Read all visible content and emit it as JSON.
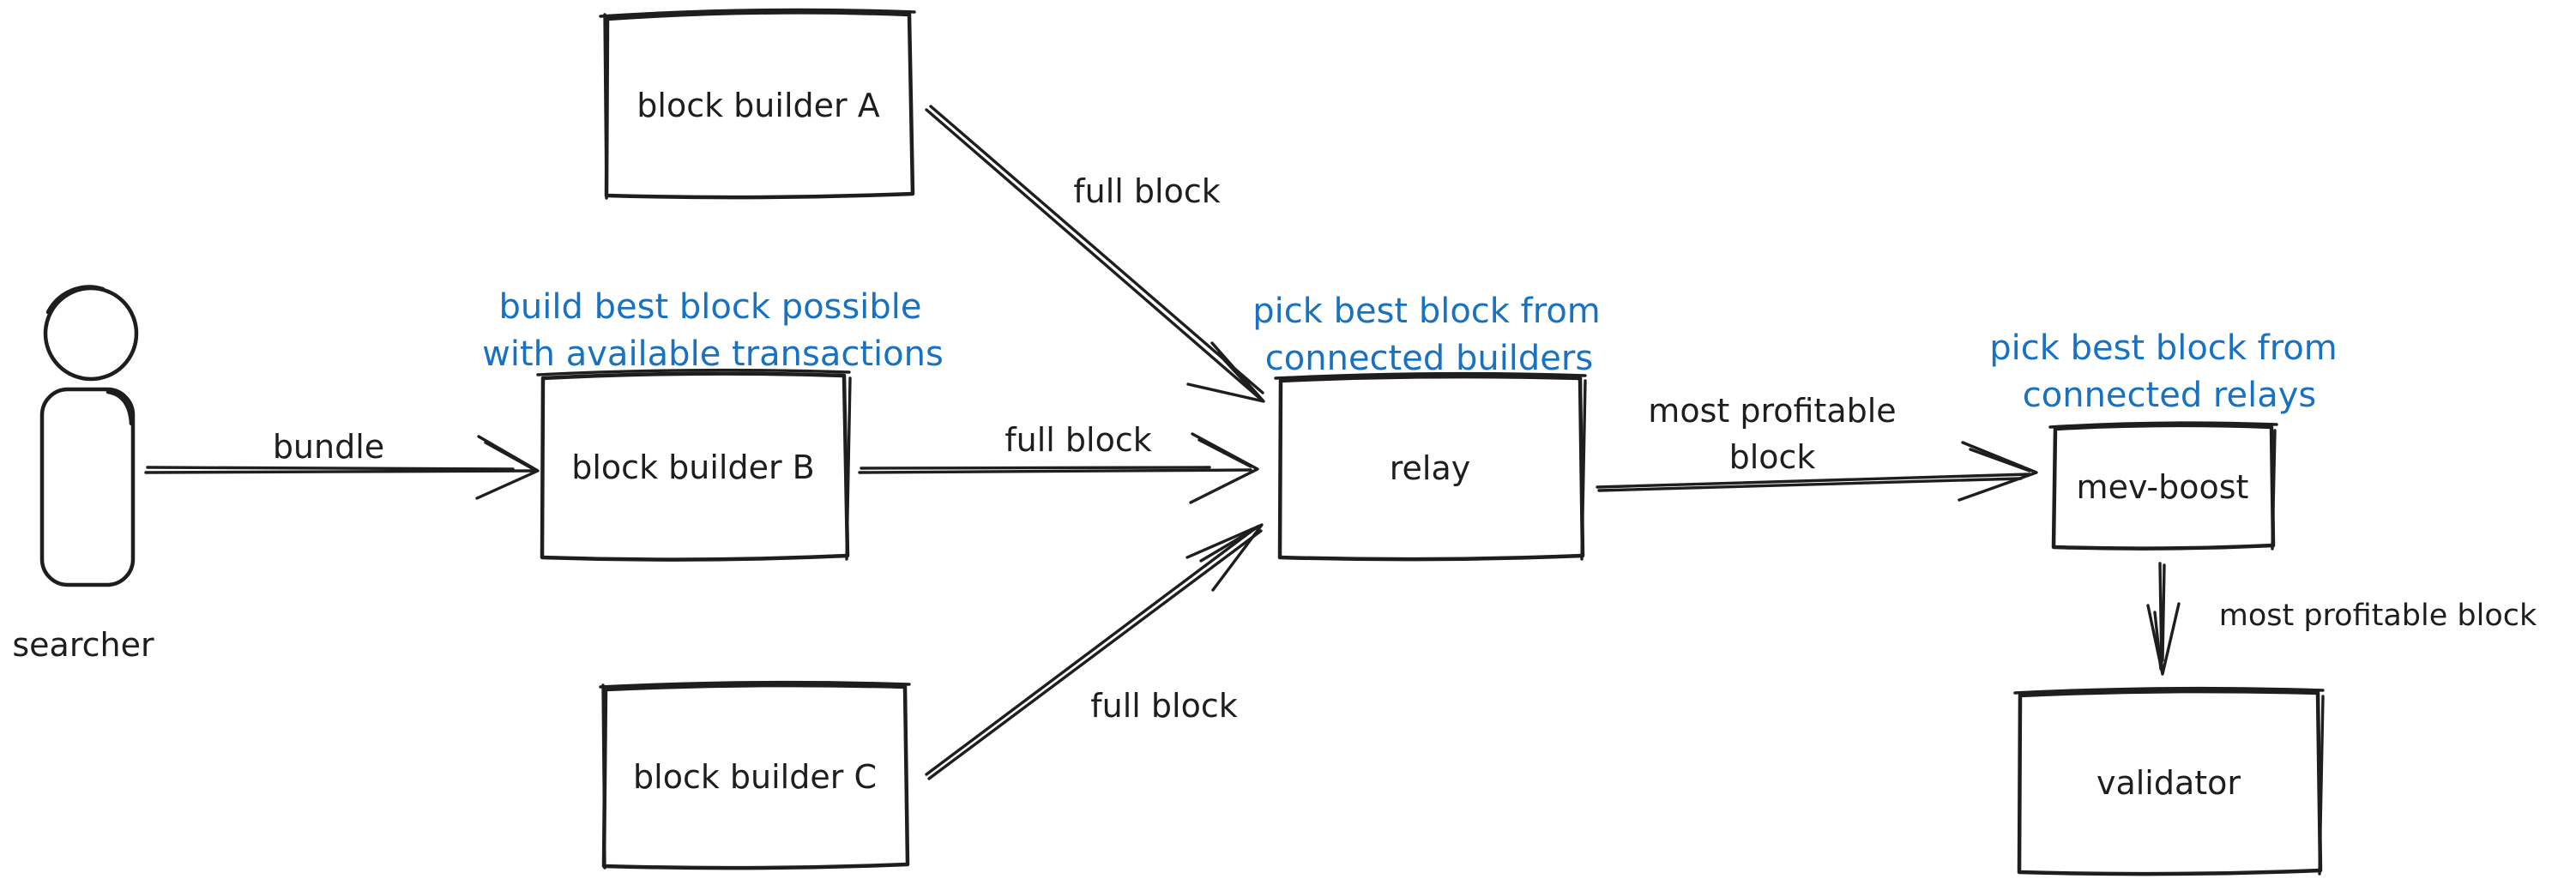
{
  "colors": {
    "ink": "#1e1e1e",
    "annotation": "#1971c2",
    "background": "#ffffff"
  },
  "nodes": {
    "searcher": {
      "label": "searcher"
    },
    "builder_a": {
      "label": "block builder A"
    },
    "builder_b": {
      "label": "block builder B"
    },
    "builder_c": {
      "label": "block builder C"
    },
    "relay": {
      "label": "relay"
    },
    "mev_boost": {
      "label": "mev-boost"
    },
    "validator": {
      "label": "validator"
    }
  },
  "edges": {
    "searcher_to_builder_b": {
      "label": "bundle"
    },
    "builder_a_to_relay": {
      "label": "full block"
    },
    "builder_b_to_relay": {
      "label": "full block"
    },
    "builder_c_to_relay": {
      "label": "full block"
    },
    "relay_to_mev_boost": {
      "label_line1": "most profitable",
      "label_line2": "block"
    },
    "mev_boost_to_validator": {
      "label": "most profitable block"
    }
  },
  "annotations": {
    "builders": {
      "line1": "build best block possible",
      "line2": "with available transactions"
    },
    "relay": {
      "line1": "pick best block from",
      "line2": "connected builders"
    },
    "mev_boost": {
      "line1": "pick best block from",
      "line2": "connected relays"
    }
  }
}
